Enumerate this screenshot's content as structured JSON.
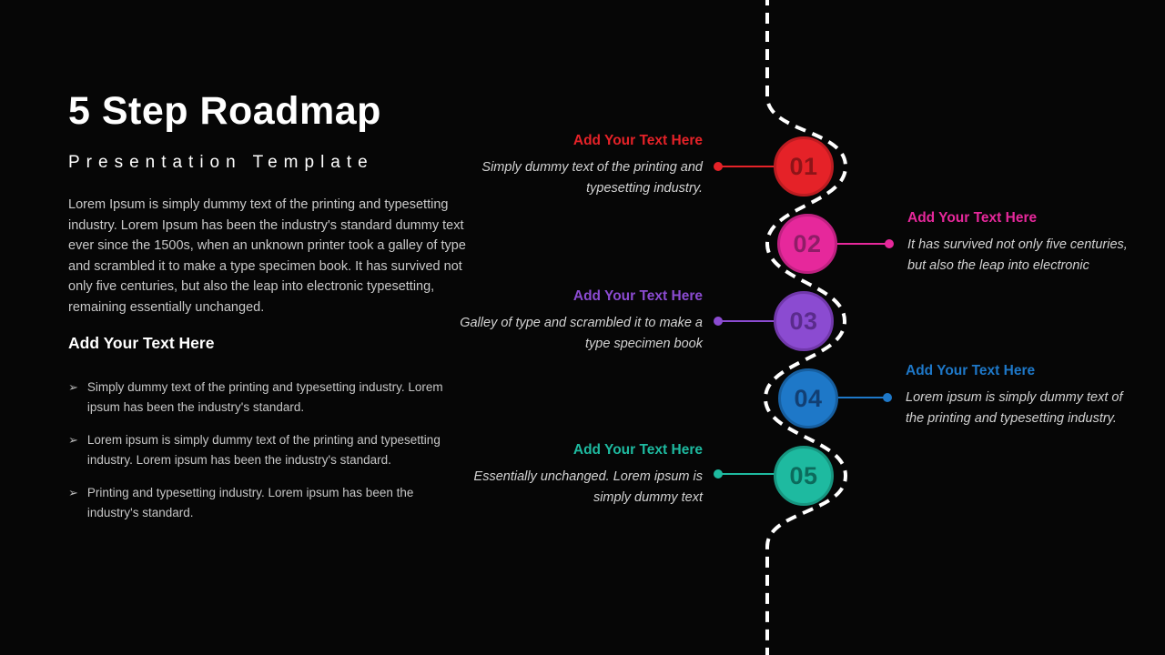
{
  "slide": {
    "title": "5 Step Roadmap",
    "subtitle": "Presentation Template",
    "intro": "Lorem Ipsum is simply dummy text of the printing and typesetting industry. Lorem Ipsum has been the industry's standard dummy text ever since the 1500s, when an unknown printer took a galley of type and scrambled it to make a type specimen book. It has survived not only five centuries, but also the leap into electronic typesetting, remaining essentially unchanged.",
    "section_heading": "Add Your Text Here",
    "bullet_marker": "➢",
    "bullets": [
      "Simply dummy text of the printing and typesetting industry. Lorem ipsum has been the industry's standard.",
      "Lorem ipsum is simply dummy text of the printing and typesetting industry. Lorem ipsum has been the industry's standard.",
      "Printing and typesetting industry. Lorem ipsum has been the industry's standard."
    ]
  },
  "road": {
    "stroke_color": "#ffffff"
  },
  "steps": [
    {
      "number": "01",
      "title": "Add Your Text Here",
      "desc1": "Simply dummy text of the printing and",
      "desc2": "typesetting industry.",
      "color": "#e52228",
      "border": "#bd1c21",
      "num_color": "#8e1418"
    },
    {
      "number": "02",
      "title": "Add Your Text Here",
      "desc1": "It has survived not only five centuries,",
      "desc2": "but also the leap into electronic",
      "color": "#e6289b",
      "border": "#bf2181",
      "num_color": "#8f1d67"
    },
    {
      "number": "03",
      "title": "Add Your Text Here",
      "desc1": "Galley of type and scrambled it to make a",
      "desc2": "type specimen book",
      "color": "#8b4bd1",
      "border": "#7138ab",
      "num_color": "#5a2b8c"
    },
    {
      "number": "04",
      "title": "Add Your Text Here",
      "desc1": "Lorem ipsum is simply dummy text of",
      "desc2": "the printing and typesetting industry.",
      "color": "#1e78c8",
      "border": "#175fa0",
      "num_color": "#123f73"
    },
    {
      "number": "05",
      "title": "Add Your Text Here",
      "desc1": "Essentially unchanged. Lorem ipsum is",
      "desc2": "simply dummy text",
      "color": "#1ebaa0",
      "border": "#179680",
      "num_color": "#0c6b5c"
    }
  ]
}
